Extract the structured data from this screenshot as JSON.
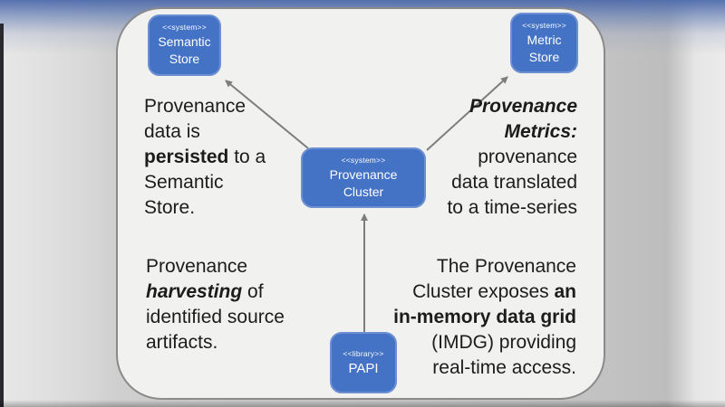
{
  "colors": {
    "node_fill": "#4472C4",
    "node_border": "#6d90d2",
    "node_text": "#ffffff",
    "slide_background": "#f1f1f0",
    "slide_border": "#8a8a8a",
    "arrow": "#7d7d7d",
    "annotation_text": "#1c1c1c",
    "backdrop_blue": "#4a68aa"
  },
  "nodes": {
    "semantic_store": {
      "stereotype": "<<system>>",
      "name": "Semantic\nStore"
    },
    "metric_store": {
      "stereotype": "<<system>>",
      "name": "Metric\nStore"
    },
    "provenance_cluster": {
      "stereotype": "<<system>>",
      "name": "Provenance\nCluster"
    },
    "papi": {
      "stereotype": "<<library>>",
      "name": "PAPI"
    }
  },
  "annotations": {
    "top_left": {
      "l1": "Provenance",
      "l2": "data is",
      "l3a": "persisted",
      "l3b": " to a",
      "l4": "Semantic",
      "l5": "Store."
    },
    "top_right": {
      "l1": "Provenance",
      "l2": "Metrics:",
      "l3": "provenance",
      "l4": "data translated",
      "l5": "to a time-series"
    },
    "bottom_left": {
      "l1": "Provenance",
      "l2a": "harvesting",
      "l2b": " of",
      "l3": "identified source",
      "l4": "artifacts."
    },
    "bottom_right": {
      "l1": "The Provenance",
      "l2a": "Cluster exposes ",
      "l2b": "an",
      "l3": "in-memory data grid",
      "l4": "(IMDG) providing",
      "l5": "real-time access."
    }
  }
}
